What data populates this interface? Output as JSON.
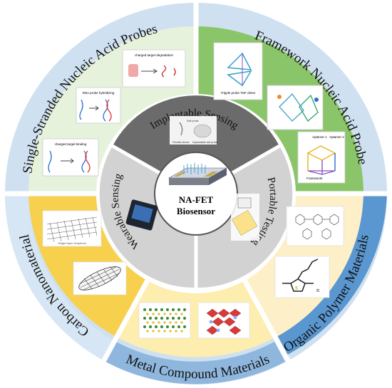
{
  "center": {
    "line1": "NA-FET",
    "line2": "Biosensor"
  },
  "inner_ring": {
    "top": "Implantable Sensing",
    "left": "Wearable Sensing",
    "right": "Portable Testing"
  },
  "outer_ring": {
    "top_left": "Single-Stranded Nucleic Acid Probes",
    "top_right": "Framework Nucleic Acid Probe",
    "right": "Organic Polymer Materials",
    "bottom": "Metal Compound Materials",
    "left": "Carbon Nanomaterial"
  },
  "thumbnails": {
    "ss_degradation": "charged target degradation",
    "ss_hybridizing": "DNA probe hybridizing",
    "ss_binding": "charged target binding",
    "fw_probe_label": "Tripple probe TDF dimer",
    "fw_aptamer": "Aptamer 1",
    "fw_aptamer2": "Aptamer 2",
    "fw_framework": "Framework",
    "carbon_graphene": "Single layer Graphene",
    "polymer_n": "n",
    "implant_a": "Soft probe",
    "implant_b": "Flexible device",
    "implant_c": "Implantable soft probe"
  },
  "colors": {
    "ss_sector": "#e6f2dc",
    "fw_sector": "#8bc56a",
    "polymer_sector": "#fdf0c8",
    "metal_sector": "#fdeeb0",
    "carbon_sector": "#f7d04e",
    "outer_band": "#cfe1f0",
    "outer_band_dark": "#4e8ecb",
    "inner_top": "#6b6b6b",
    "inner_sides": "#d2d2d2",
    "white_ring": "#ffffff"
  }
}
